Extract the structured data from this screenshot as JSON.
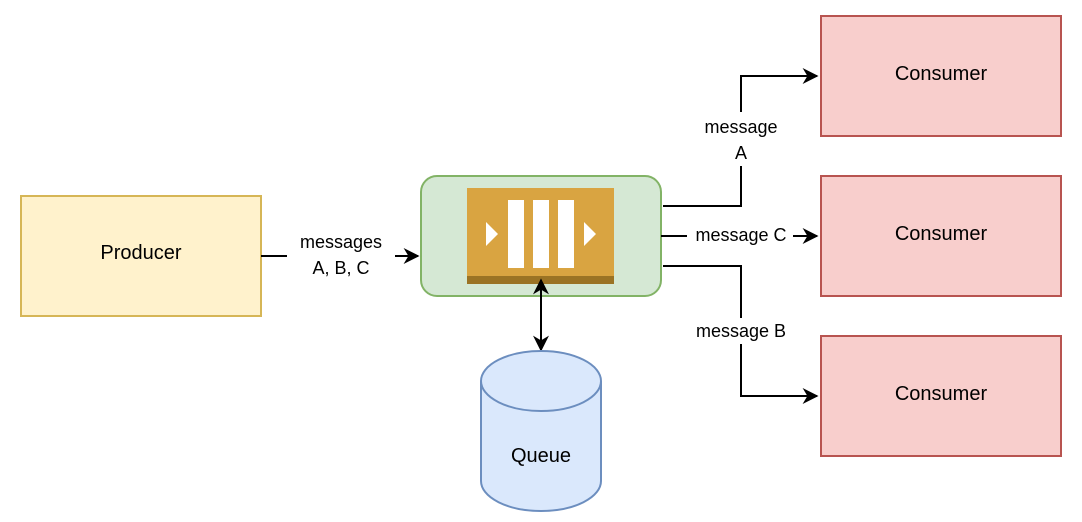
{
  "diagram": {
    "producer": {
      "label": "Producer"
    },
    "broker": {},
    "queue": {
      "label": "Queue"
    },
    "consumers": [
      {
        "label": "Consumer"
      },
      {
        "label": "Consumer"
      },
      {
        "label": "Consumer"
      }
    ],
    "edges": {
      "producer_to_broker": {
        "line1": "messages",
        "line2": "A, B, C"
      },
      "broker_to_consumer_top": {
        "line1": "message",
        "line2": "A"
      },
      "broker_to_consumer_mid": {
        "label": "message C"
      },
      "broker_to_consumer_bottom": {
        "label": "message B"
      }
    }
  },
  "colors": {
    "producer_fill": "#fff2cc",
    "producer_stroke": "#d6b656",
    "broker_fill": "#d5e8d4",
    "broker_stroke": "#82b366",
    "queue_icon": "#d9a441",
    "queue_icon_base": "#9b7324",
    "queue_fill": "#dae8fc",
    "queue_stroke": "#6c8ebf",
    "consumer_fill": "#f8cecc",
    "consumer_stroke": "#b85450"
  },
  "icons": {
    "broker_icon": "message-queue-icon"
  }
}
